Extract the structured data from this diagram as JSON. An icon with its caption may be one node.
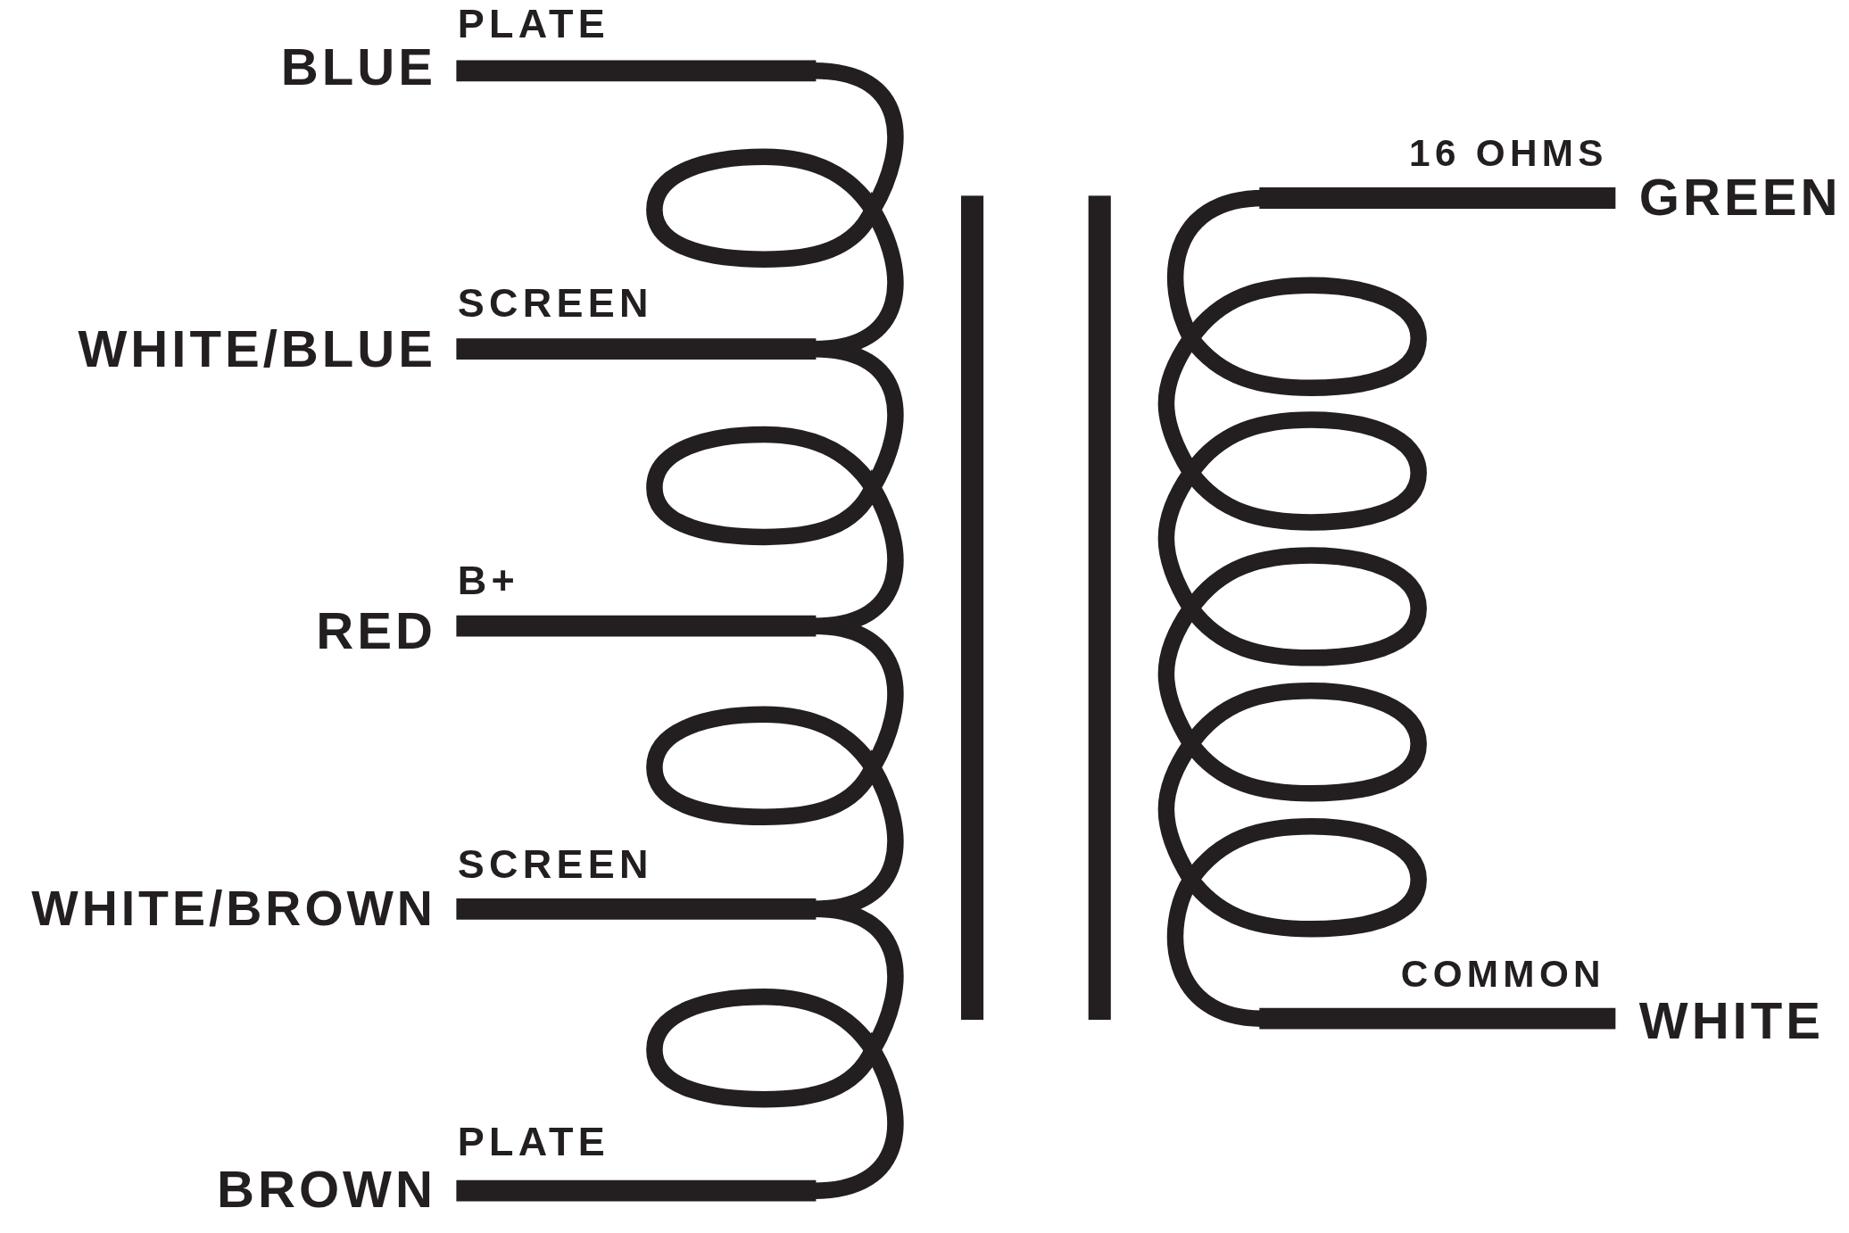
{
  "diagram": {
    "labels": [
      "PLATE",
      "BLUE",
      "16 OHMS",
      "GREEN",
      "SCREEN",
      "WHITE/BLUE",
      "B+",
      "RED",
      "SCREEN",
      "WHITE/BROWN",
      "COMMON",
      "WHITE",
      "PLATE",
      "BROWN"
    ]
  }
}
